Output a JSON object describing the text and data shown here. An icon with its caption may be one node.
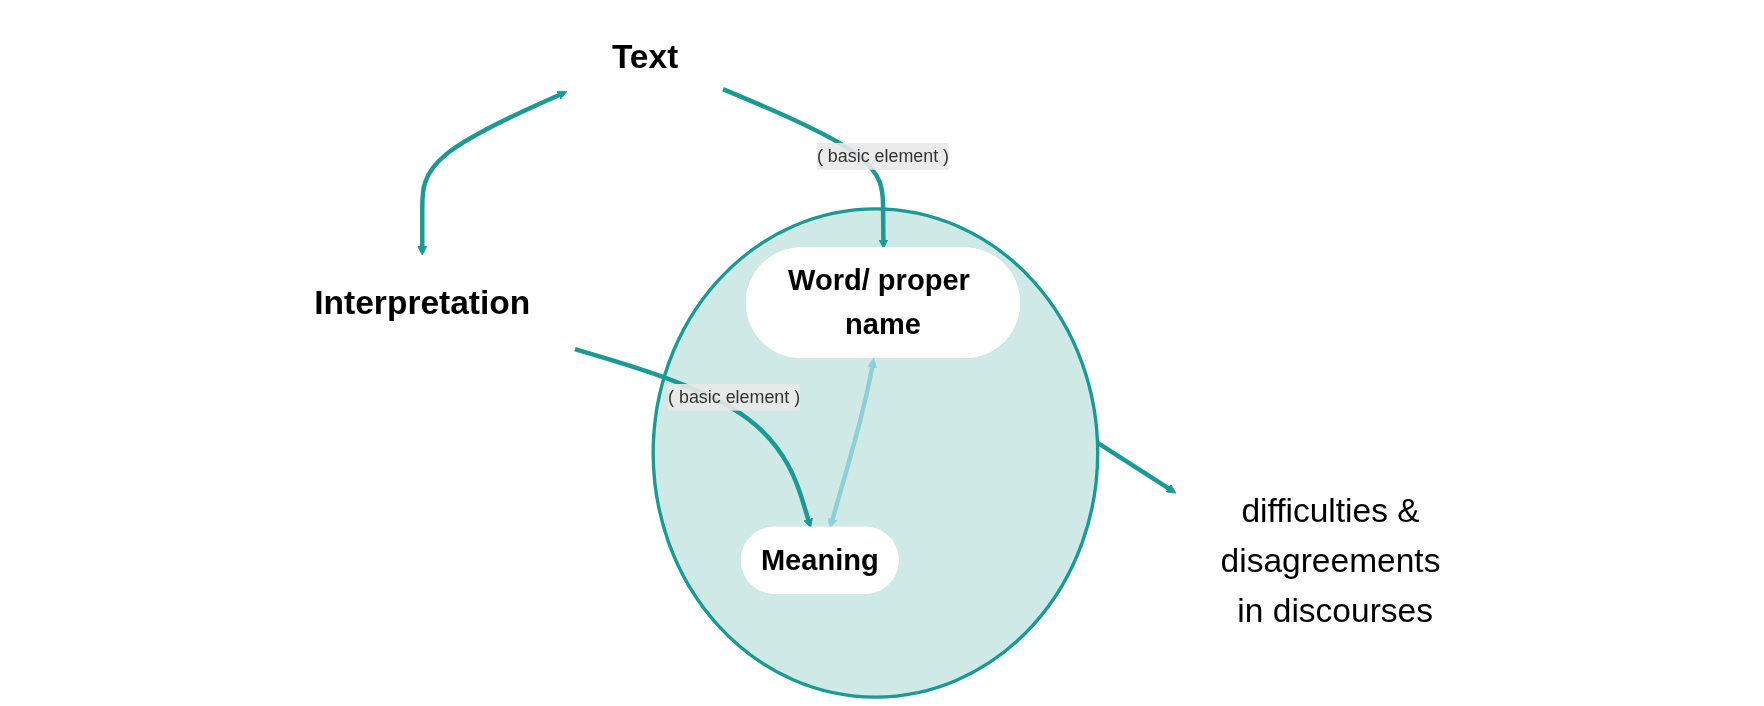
{
  "diagram": {
    "nodes": [
      {
        "text": [
          "Text"
        ]
      },
      {
        "text": [
          "Interpretation"
        ]
      },
      {
        "text": [],
        "shape": "ellipse"
      },
      {
        "text": [
          "Word/ proper name"
        ],
        "in": 2
      },
      {
        "text": [
          "Meaning"
        ],
        "in": 2
      },
      {
        "text": [
          "difficulties & disagreements in discourses"
        ]
      }
    ],
    "edges": [
      {
        "from": 0,
        "to": 1,
        "arrow": "both"
      },
      {
        "from": 0,
        "to": 3,
        "arrow": "to",
        "label": "( basic element )"
      },
      {
        "from": 1,
        "to": 4,
        "arrow": "to",
        "label": "( basic element )"
      },
      {
        "from": 3,
        "to": 4,
        "arrow": "both",
        "color": "#8fd0d6"
      },
      {
        "from": 2,
        "to": 5,
        "arrow": "to"
      }
    ]
  }
}
